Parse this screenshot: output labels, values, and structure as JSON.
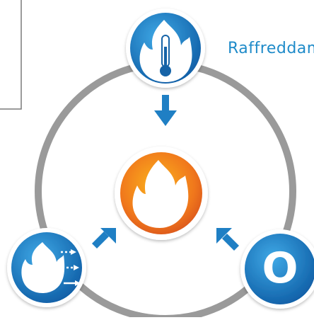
{
  "diagram": {
    "labels": {
      "cooling": "Raffreddam"
    },
    "colors": {
      "ring": "#9a9a9a",
      "blue_dark": "#1363a7",
      "blue_light": "#2f9bd9",
      "orange_dark": "#d9541b",
      "orange_light": "#f7a11c",
      "white": "#ffffff",
      "panel_border": "#7a7a7a"
    },
    "nodes": [
      {
        "name": "heat-node",
        "icon": "flame-thermometer-icon"
      },
      {
        "name": "fuel-node",
        "icon": "flame-wind-icon"
      },
      {
        "name": "oxygen-node",
        "icon": "letter-o-icon",
        "text": "O"
      },
      {
        "name": "fire-node",
        "icon": "flame-icon"
      }
    ]
  }
}
